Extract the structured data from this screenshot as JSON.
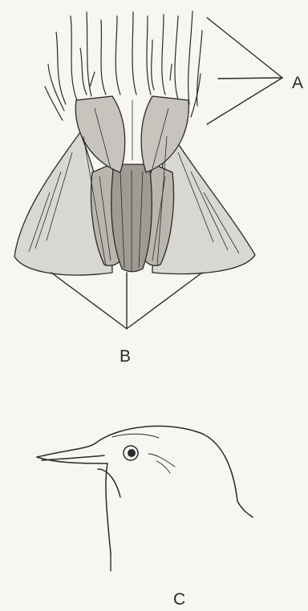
{
  "figure": {
    "labels": {
      "a": "A",
      "b": "B",
      "c": "C"
    }
  },
  "colors": {
    "background": "#f7f6f2",
    "ink": "#2a2a2a",
    "feather_fill": "#d9d7d1",
    "feather_fill_dark": "#b9b6ae"
  }
}
